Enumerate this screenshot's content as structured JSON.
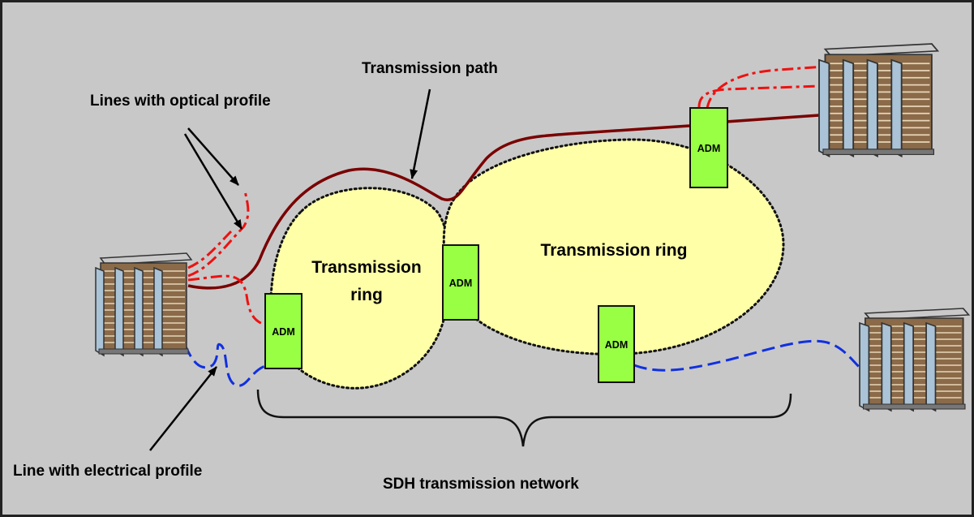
{
  "labels": {
    "transmission_path": "Transmission path",
    "lines_optical": "Lines with optical profile",
    "line_electrical": "Line with electrical profile",
    "ring_small_line1": "Transmission",
    "ring_small_line2": "ring",
    "ring_large": "Transmission ring",
    "network_bold": "SDH",
    "network_rest": " transmission network"
  },
  "adm_nodes": [
    "ADM",
    "ADM",
    "ADM",
    "ADM"
  ],
  "colors": {
    "background": "#c8c8c8",
    "border": "#222222",
    "ring_fill": "#ffffa8",
    "adm_fill": "#99ff44",
    "path_line": "#7a0000",
    "optical_line": "#ee1111",
    "electrical_line": "#1030e0",
    "rack_body": "#8a6a48",
    "rack_door": "#aac3d6"
  },
  "icons": [
    "equipment-rack-icon",
    "equipment-rack-icon",
    "equipment-rack-icon"
  ]
}
